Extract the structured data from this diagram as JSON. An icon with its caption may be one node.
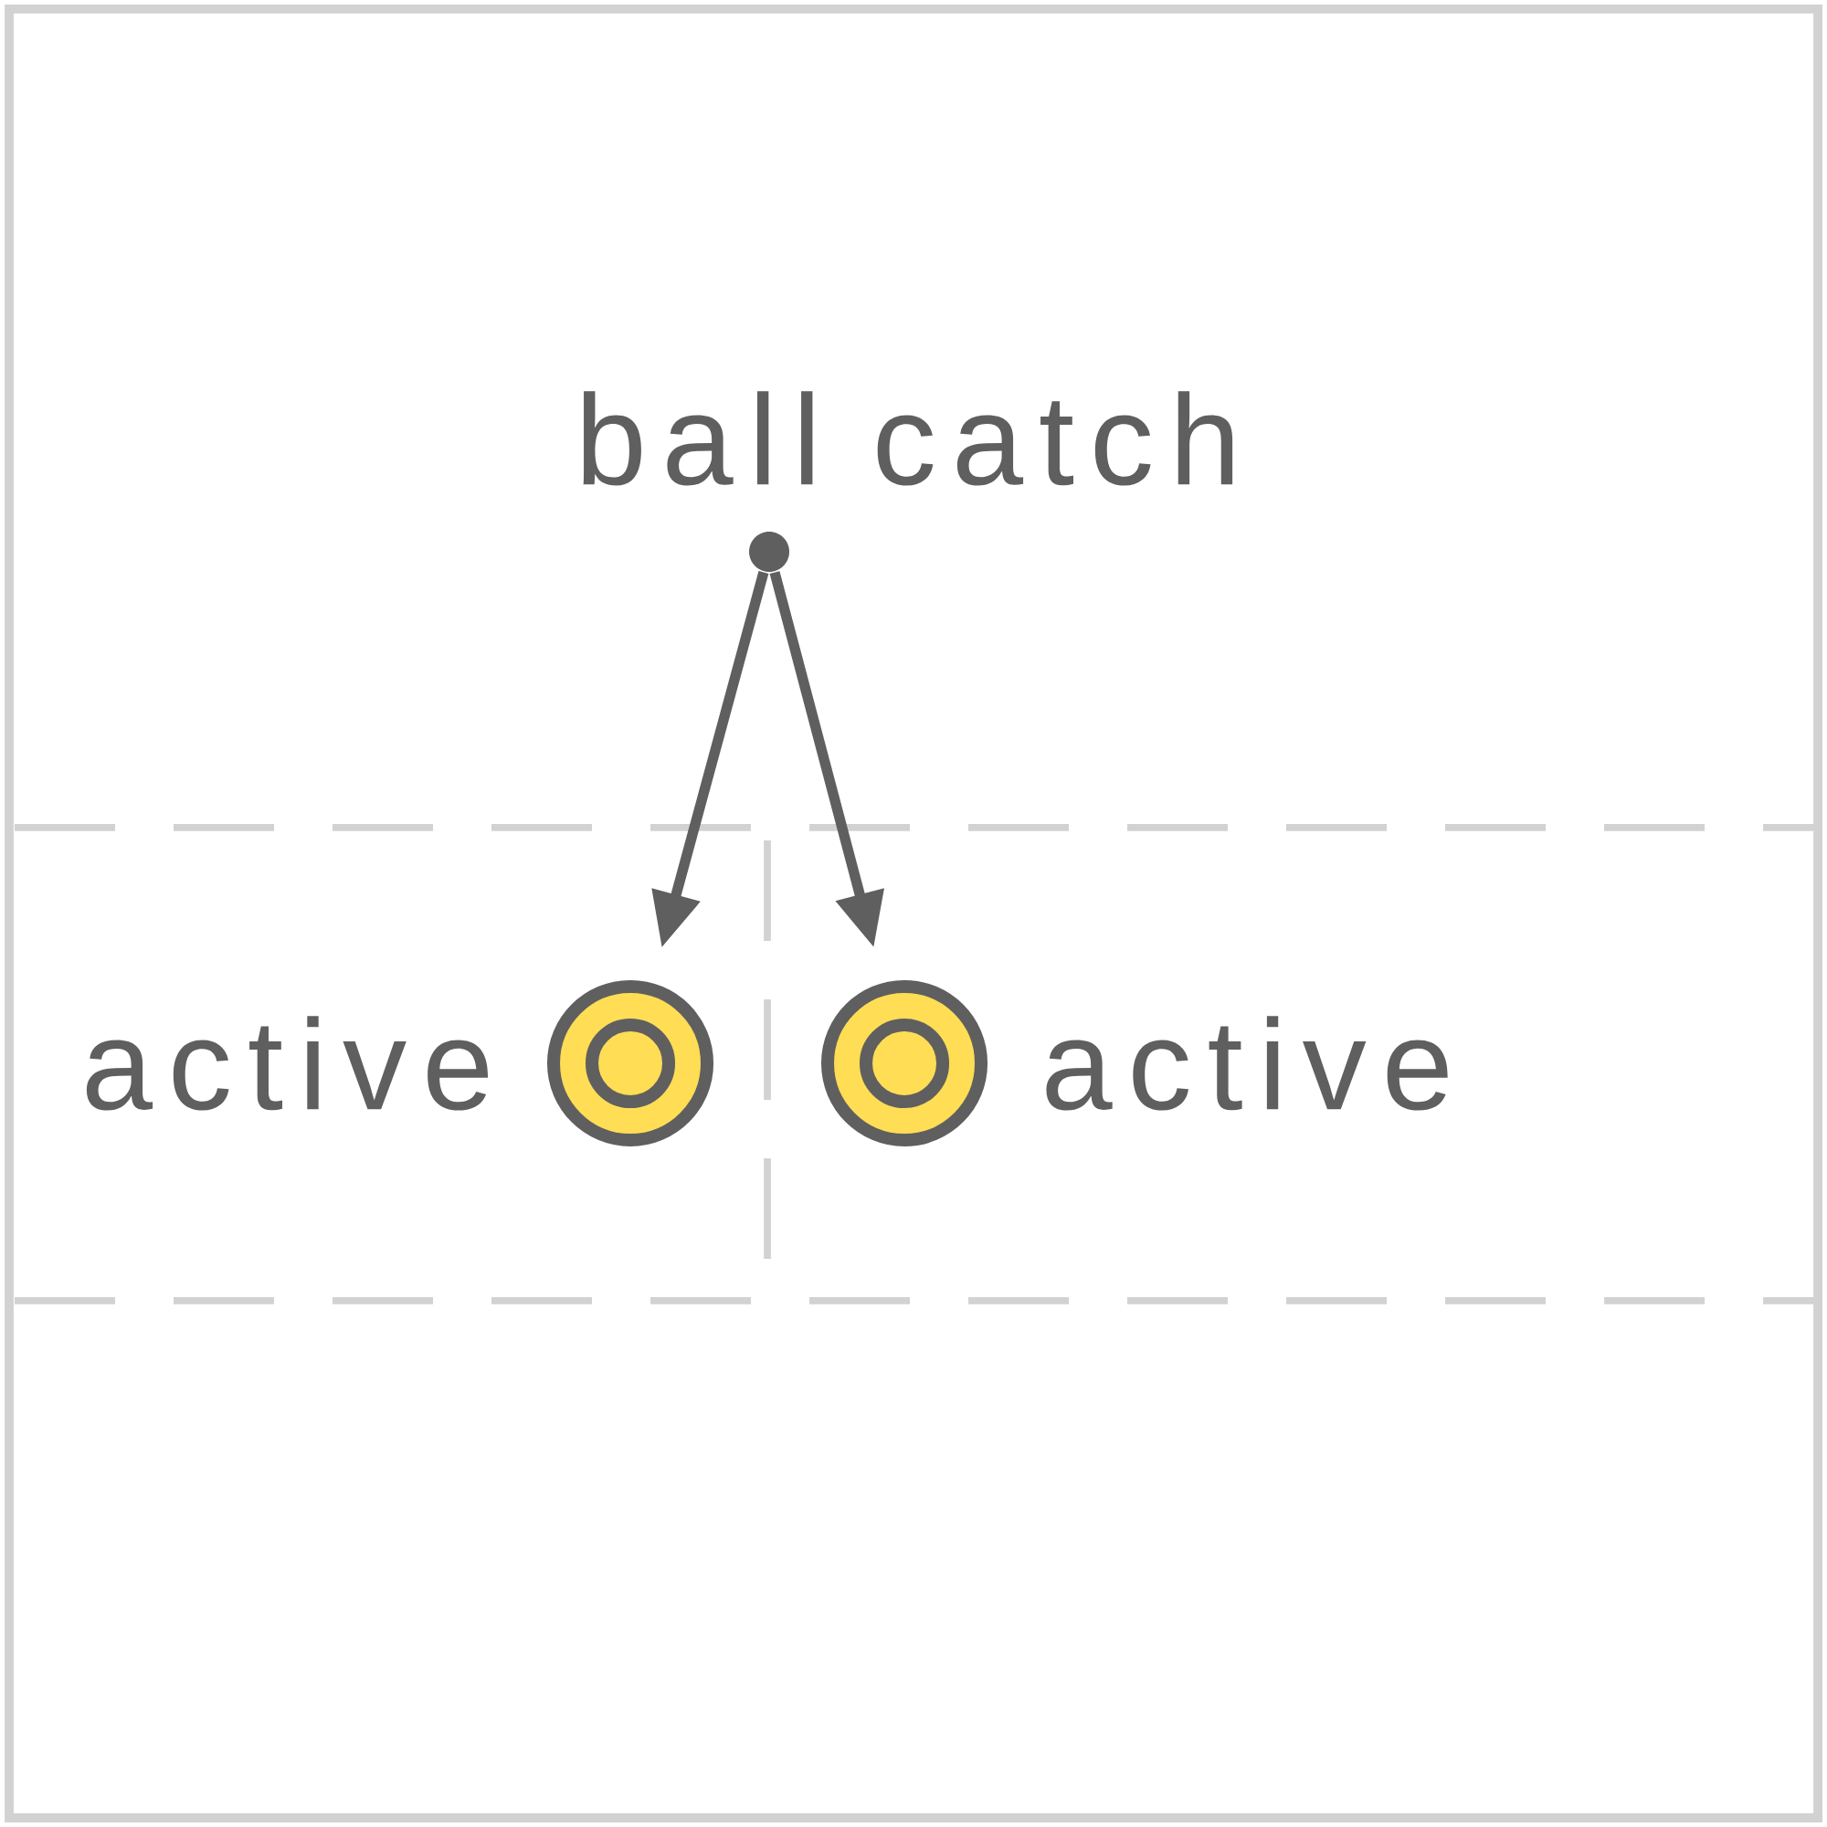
{
  "diagram": {
    "nodes": [
      {
        "text": [
          "ball catch"
        ]
      },
      {
        "text": [],
        "shape": "circle"
      },
      {
        "text": [],
        "shape": "circle",
        "beside": [
          "active"
        ]
      },
      {
        "text": [],
        "shape": "circle",
        "beside": [
          "active"
        ]
      }
    ],
    "edges": [
      {
        "from": 1,
        "to": 2,
        "arrow": "to"
      },
      {
        "from": 1,
        "to": 3,
        "arrow": "to"
      }
    ]
  }
}
